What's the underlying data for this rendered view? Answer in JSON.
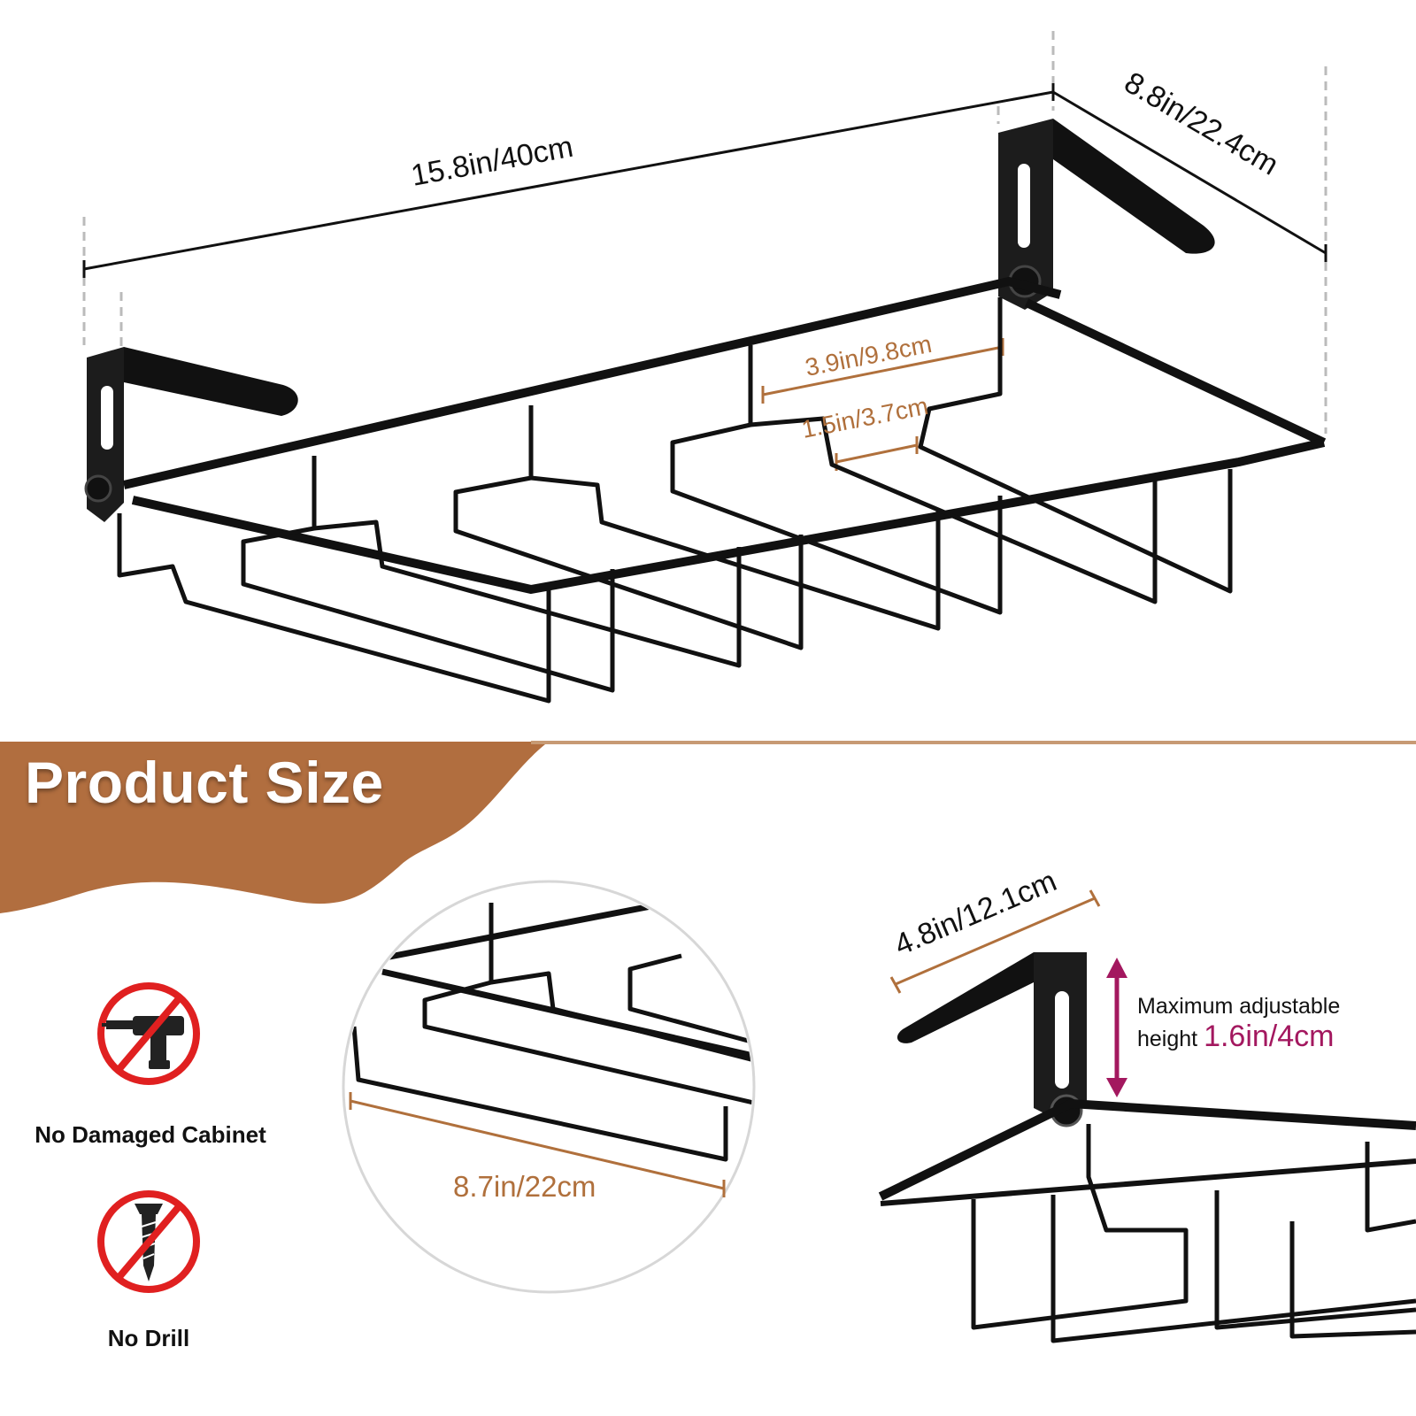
{
  "dimensions": {
    "length": "15.8in/40cm",
    "depth": "8.8in/22.4cm",
    "slot_spacing": "3.9in/9.8cm",
    "slot_opening": "1.5in/3.7cm",
    "arm_length": "8.7in/22cm",
    "bracket_length": "4.8in/12.1cm"
  },
  "banner": {
    "title": "Product Size",
    "color": "#b16e3f"
  },
  "features": [
    {
      "label": "No Damaged Cabinet",
      "icon": "no-drill-power-tool-icon"
    },
    {
      "label": "No Drill",
      "icon": "no-screw-icon"
    }
  ],
  "adjustable": {
    "text_line1": "Maximum adjustable",
    "text_line2": "height",
    "value": "1.6in/4cm",
    "accent_color": "#a3185f"
  }
}
